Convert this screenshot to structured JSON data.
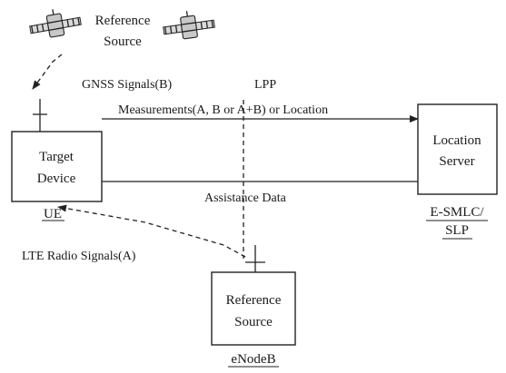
{
  "satellite_label": {
    "line1": "Reference",
    "line2": "Source"
  },
  "gnss_label": "GNSS Signals(B)",
  "lpp_label": "LPP",
  "ue_box": {
    "line1": "Target",
    "line2": "Device",
    "caption": "UE"
  },
  "server_box": {
    "line1": "Location",
    "line2": "Server",
    "caption1": "E-SMLC/",
    "caption2": "SLP"
  },
  "measurements_label": "Measurements(A, B or A+B) or Location",
  "assistance_label": "Assistance Data",
  "lte_label": "LTE Radio Signals(A)",
  "enodeb_box": {
    "line1": "Reference",
    "line2": "Source",
    "caption": "eNodeB"
  }
}
